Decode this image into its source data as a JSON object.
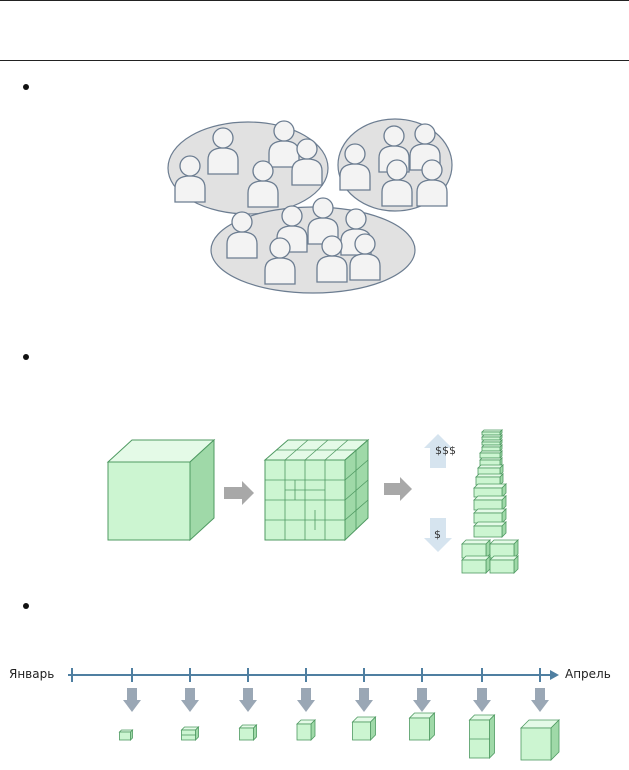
{
  "labels": {
    "high_cost": "$$$",
    "low_cost": "$"
  },
  "timeline": {
    "start_label": "Январь",
    "end_label": "Апрель",
    "tick_count": 8
  },
  "colors": {
    "cube_fill": "#ccf5d1",
    "cube_side": "#9fd9a8",
    "cube_stroke": "#4f9a62",
    "people_fill": "#f3f3f3",
    "people_stroke": "#6c7d91",
    "arrow_gray": "#a8a8a8",
    "timeline_blue": "#4f7fa1"
  },
  "icons": [
    "person-icon",
    "cube-icon",
    "arrow-right-icon",
    "arrow-up-icon",
    "arrow-down-icon"
  ]
}
